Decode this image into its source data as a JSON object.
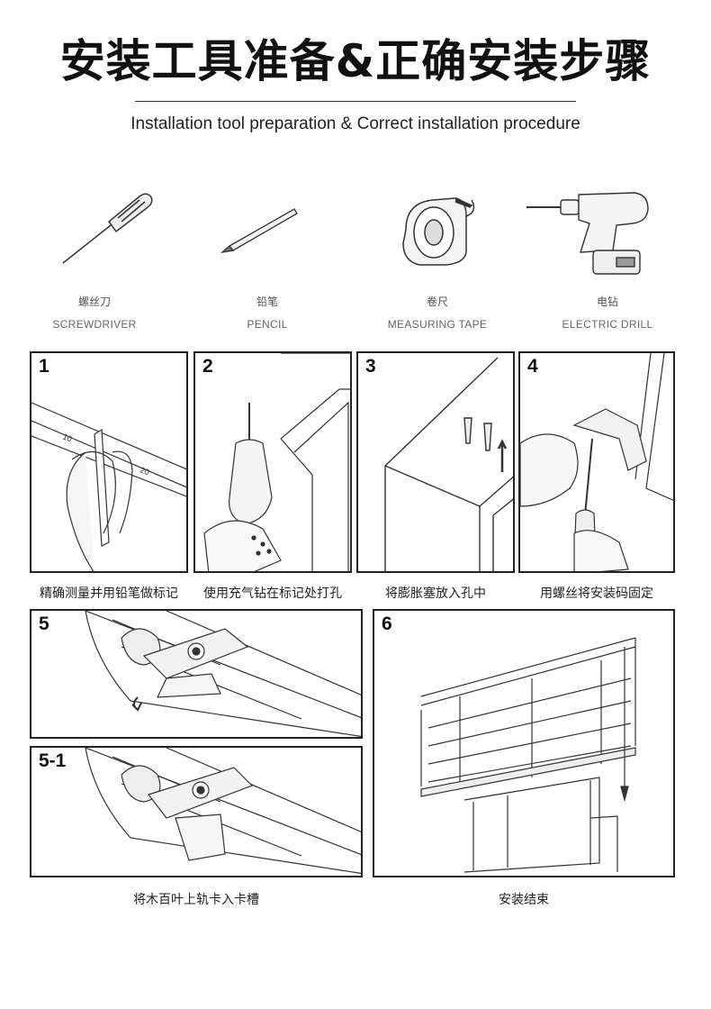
{
  "header": {
    "title": "安装工具准备&正确安装步骤",
    "subtitle": "Installation tool preparation & Correct installation procedure"
  },
  "tools": [
    {
      "cn": "螺丝刀",
      "en": "SCREWDRIVER",
      "icon": "screwdriver-icon"
    },
    {
      "cn": "铅笔",
      "en": "PENCIL",
      "icon": "pencil-icon"
    },
    {
      "cn": "卷尺",
      "en": "MEASURING TAPE",
      "icon": "measuring-tape-icon"
    },
    {
      "cn": "电钻",
      "en": "ELECTRIC DRILL",
      "icon": "electric-drill-icon"
    }
  ],
  "steps": [
    {
      "num": "1",
      "caption": "精确测量并用铅笔做标记"
    },
    {
      "num": "2",
      "caption": "使用充气钻在标记处打孔"
    },
    {
      "num": "3",
      "caption": "将膨胀塞放入孔中"
    },
    {
      "num": "4",
      "caption": "用螺丝将安装码固定"
    },
    {
      "num": "5",
      "caption": "将木百叶上轨卡入卡槽"
    },
    {
      "num": "5-1",
      "caption": ""
    },
    {
      "num": "6",
      "caption": "安装结束"
    }
  ],
  "ruler_marks": [
    "10",
    "20"
  ]
}
